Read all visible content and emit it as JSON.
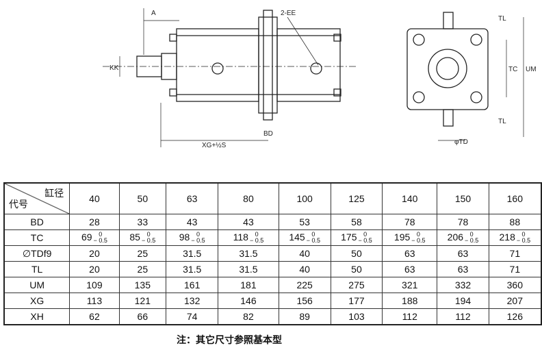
{
  "drawing_labels": {
    "a": "A",
    "ee": "2-EE",
    "kk": "KK",
    "bd": "BD",
    "xg": "XG+½S",
    "tl_top": "TL",
    "tc": "TC",
    "um": "UM",
    "tl_bottom": "TL",
    "td": "φTD"
  },
  "table": {
    "corner_top": "缸径",
    "corner_bottom": "代号",
    "bores": [
      "40",
      "50",
      "63",
      "80",
      "100",
      "125",
      "140",
      "150",
      "160"
    ],
    "rows": [
      {
        "label": "BD",
        "values": [
          "28",
          "33",
          "43",
          "43",
          "53",
          "58",
          "78",
          "78",
          "88"
        ]
      },
      {
        "label": "TC",
        "values": [
          "69",
          "85",
          "98",
          "118",
          "145",
          "175",
          "195",
          "206",
          "218"
        ],
        "tol_upper": "0",
        "tol_lower": "− 0.5"
      },
      {
        "label": "∅TDf9",
        "values": [
          "20",
          "25",
          "31.5",
          "31.5",
          "40",
          "50",
          "63",
          "63",
          "71"
        ]
      },
      {
        "label": "TL",
        "values": [
          "20",
          "25",
          "31.5",
          "31.5",
          "40",
          "50",
          "63",
          "63",
          "71"
        ]
      },
      {
        "label": "UM",
        "values": [
          "109",
          "135",
          "161",
          "181",
          "225",
          "275",
          "321",
          "332",
          "360"
        ]
      },
      {
        "label": "XG",
        "values": [
          "113",
          "121",
          "132",
          "146",
          "156",
          "177",
          "188",
          "194",
          "207"
        ]
      },
      {
        "label": "XH",
        "values": [
          "62",
          "66",
          "74",
          "82",
          "89",
          "103",
          "112",
          "112",
          "126"
        ]
      }
    ]
  },
  "note": "注：其它尺寸参照基本型"
}
